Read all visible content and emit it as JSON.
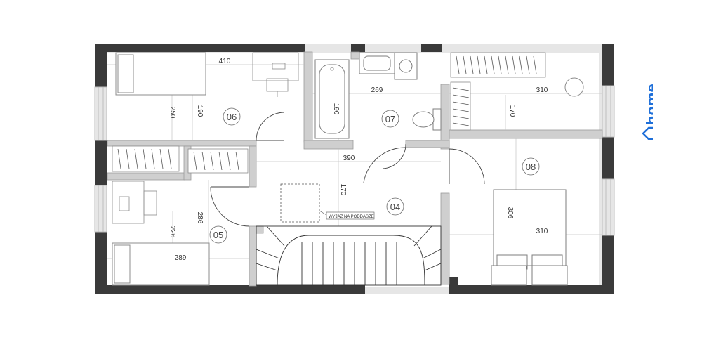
{
  "plan": {
    "rooms": [
      {
        "id": "room-04",
        "label": "04"
      },
      {
        "id": "room-05",
        "label": "05"
      },
      {
        "id": "room-06",
        "label": "06"
      },
      {
        "id": "room-07",
        "label": "07"
      },
      {
        "id": "room-08",
        "label": "08"
      }
    ],
    "dimensions": {
      "d410": "410",
      "d269": "269",
      "d310_top": "310",
      "d250": "250",
      "d190_room06": "190",
      "d190_bath": "190",
      "d170_room08": "170",
      "d390": "390",
      "d170_hall": "170",
      "d286": "286",
      "d226": "226",
      "d289": "289",
      "d306": "306",
      "d310_bed": "310"
    },
    "note": "WYJAZ NA PODDASZE"
  },
  "brand": {
    "name": "home",
    "color": "#1e6fd9"
  },
  "colors": {
    "wall": "#3a3a3a",
    "fill": "#e6e6e6",
    "line": "#b5b5b5"
  }
}
